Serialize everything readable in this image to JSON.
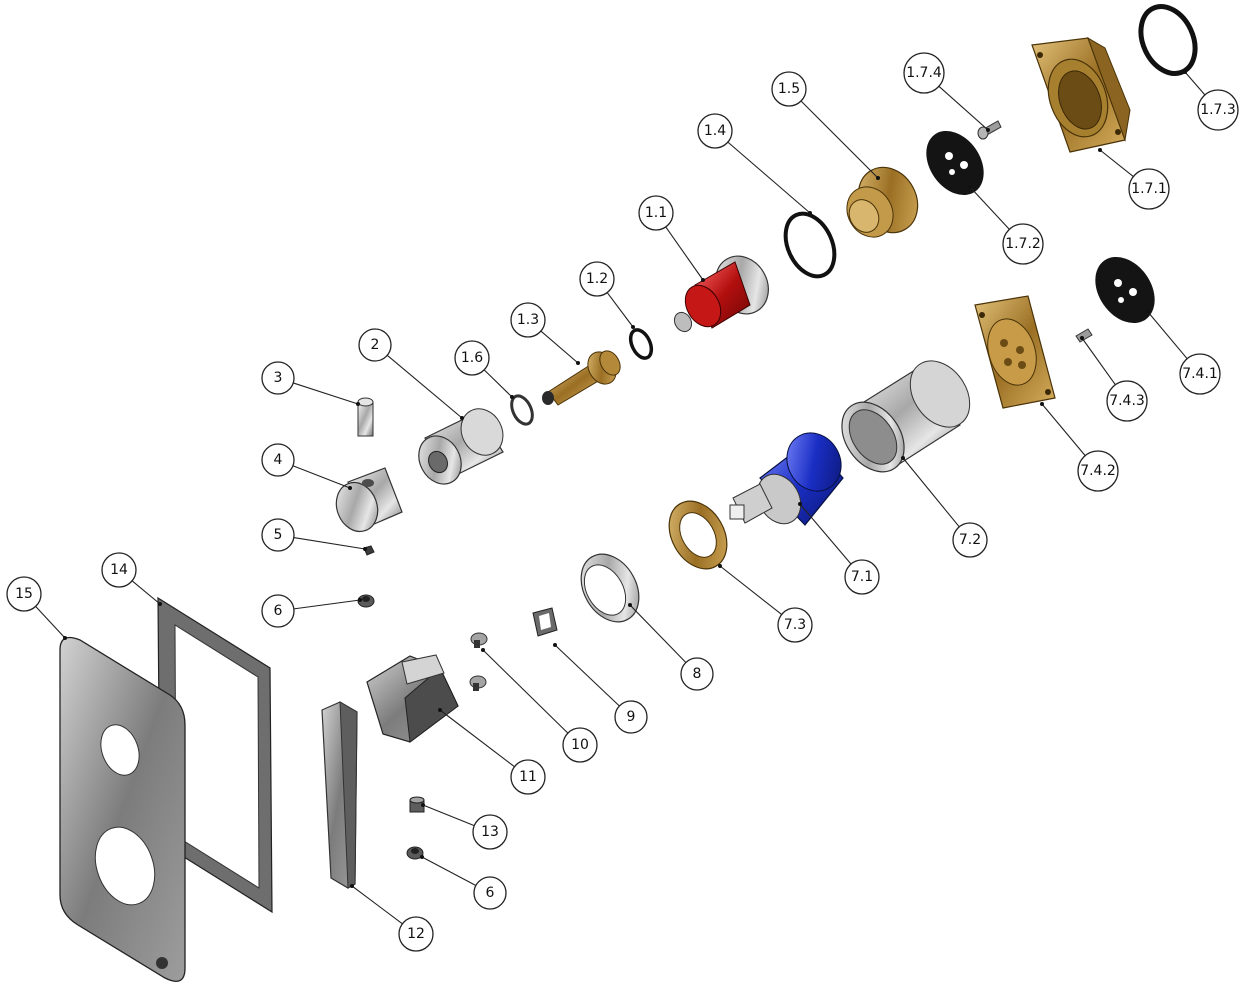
{
  "diagram": {
    "callouts": [
      {
        "id": "c-1-7-3",
        "label": "1.7.3"
      },
      {
        "id": "c-1-7-4",
        "label": "1.7.4"
      },
      {
        "id": "c-1-5",
        "label": "1.5"
      },
      {
        "id": "c-1-7-1",
        "label": "1.7.1"
      },
      {
        "id": "c-1-4",
        "label": "1.4"
      },
      {
        "id": "c-1-7-2",
        "label": "1.7.2"
      },
      {
        "id": "c-1-1",
        "label": "1.1"
      },
      {
        "id": "c-1-2",
        "label": "1.2"
      },
      {
        "id": "c-7-4-1",
        "label": "7.4.1"
      },
      {
        "id": "c-1-3",
        "label": "1.3"
      },
      {
        "id": "c-2",
        "label": "2"
      },
      {
        "id": "c-1-6",
        "label": "1.6"
      },
      {
        "id": "c-3",
        "label": "3"
      },
      {
        "id": "c-7-4-3",
        "label": "7.4.3"
      },
      {
        "id": "c-4",
        "label": "4"
      },
      {
        "id": "c-7-4-2",
        "label": "7.4.2"
      },
      {
        "id": "c-7-2",
        "label": "7.2"
      },
      {
        "id": "c-5",
        "label": "5"
      },
      {
        "id": "c-7-1",
        "label": "7.1"
      },
      {
        "id": "c-14",
        "label": "14"
      },
      {
        "id": "c-15",
        "label": "15"
      },
      {
        "id": "c-6a",
        "label": "6"
      },
      {
        "id": "c-7-3",
        "label": "7.3"
      },
      {
        "id": "c-8",
        "label": "8"
      },
      {
        "id": "c-9",
        "label": "9"
      },
      {
        "id": "c-10",
        "label": "10"
      },
      {
        "id": "c-11",
        "label": "11"
      },
      {
        "id": "c-13",
        "label": "13"
      },
      {
        "id": "c-6b",
        "label": "6"
      },
      {
        "id": "c-12",
        "label": "12"
      }
    ],
    "colors": {
      "brass": "#b48a3c",
      "red": "#c21818",
      "blue": "#1f33c8",
      "chrome": "#c9c9c9",
      "rubber": "#151515",
      "plate": "#8a8a8a"
    }
  }
}
